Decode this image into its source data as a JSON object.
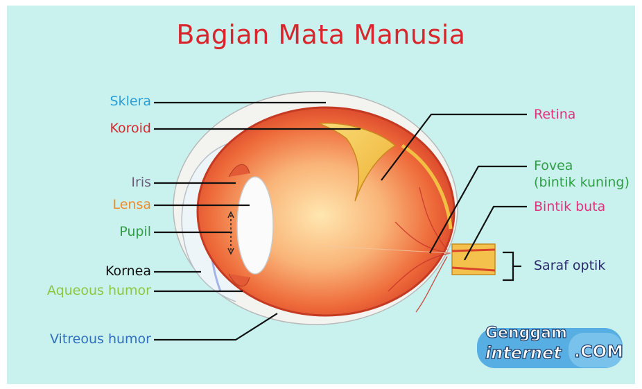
{
  "title": "Bagian Mata Manusia",
  "colors": {
    "background": "#c9f2ef",
    "title": "#d9262c",
    "sclera": "#f2f2ee",
    "choroid": "#d8442a",
    "vitreous_center": "#ffe0a0",
    "retina": "#f4c24c",
    "iris_blue": "#5f6fd0"
  },
  "labels": {
    "sklera": {
      "text": "Sklera",
      "color": "#2a9fd6"
    },
    "koroid": {
      "text": "Koroid",
      "color": "#d9262c"
    },
    "iris": {
      "text": "Iris",
      "color": "#6b5a7a"
    },
    "lensa": {
      "text": "Lensa",
      "color": "#ef8a2a"
    },
    "pupil": {
      "text": "Pupil",
      "color": "#2f9e44"
    },
    "kornea": {
      "text": "Kornea",
      "color": "#111111"
    },
    "aqueous": {
      "text": "Aqueous humor",
      "color": "#8cc63f"
    },
    "vitreous": {
      "text": "Vitreous humor",
      "color": "#2f6fbd"
    },
    "retina": {
      "text": "Retina",
      "color": "#e0317a"
    },
    "fovea_1": {
      "text": "Fovea",
      "color": "#2f9e44"
    },
    "fovea_2": {
      "text": "(bintik kuning)",
      "color": "#2f9e44"
    },
    "bintik_buta": {
      "text": "Bintik buta",
      "color": "#e0317a"
    },
    "saraf_optik": {
      "text": "Saraf optik",
      "color": "#2b2a6b"
    }
  },
  "watermark": {
    "line1": "Genggam",
    "line2": "internet",
    "suffix": ".COM"
  }
}
